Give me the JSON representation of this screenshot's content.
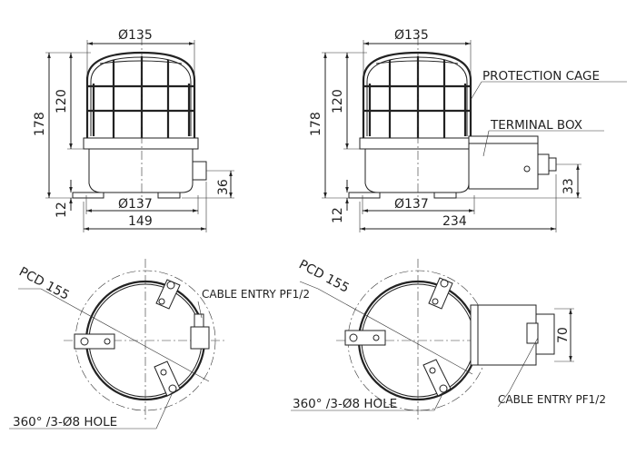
{
  "front_left": {
    "top_diameter": "Ø135",
    "height_cage": "120",
    "height_total": "178",
    "height_base": "12",
    "entry_height": "36",
    "bottom_diameter": "Ø137",
    "overall_width": "149"
  },
  "front_right": {
    "top_diameter": "Ø135",
    "height_cage": "120",
    "height_total": "178",
    "height_base": "12",
    "entry_height": "33",
    "bottom_diameter": "Ø137",
    "overall_width": "234",
    "label_cage": "PROTECTION CAGE",
    "label_box": "TERMINAL BOX"
  },
  "plan_left": {
    "pcd": "PCD 155",
    "cable_entry": "CABLE ENTRY PF1/2",
    "hole": "360° /3-Ø8 HOLE"
  },
  "plan_right": {
    "pcd": "PCD 155",
    "cable_entry": "CABLE ENTRY PF1/2",
    "hole": "360° /3-Ø8 HOLE",
    "box_height": "70"
  }
}
